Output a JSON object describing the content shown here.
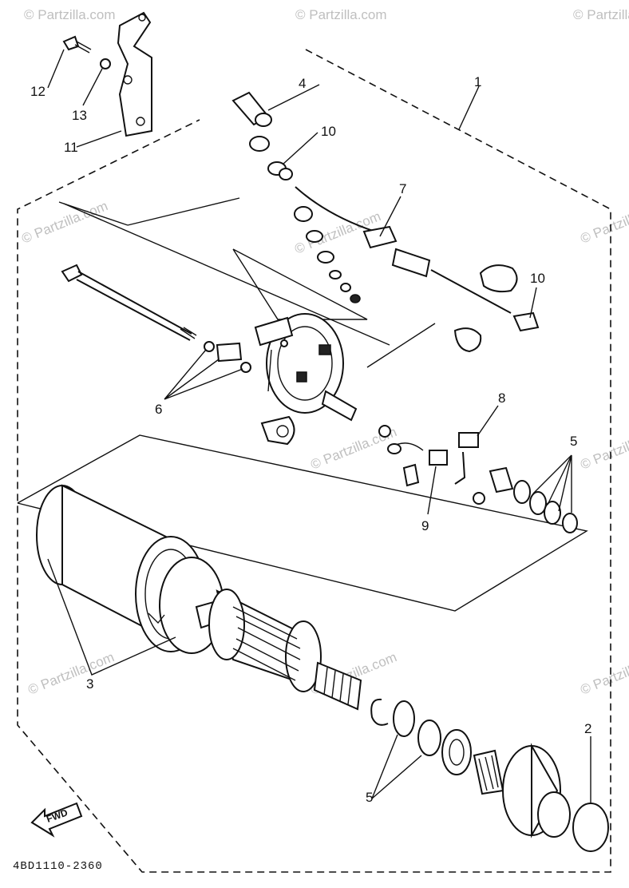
{
  "diagram": {
    "callouts": [
      "1",
      "2",
      "3",
      "4",
      "5",
      "5",
      "6",
      "7",
      "8",
      "9",
      "10",
      "10",
      "11",
      "12",
      "13"
    ],
    "watermark": "© Partzilla.com",
    "drawing_code": "4BD1110-2360",
    "direction_label": "FWD"
  }
}
